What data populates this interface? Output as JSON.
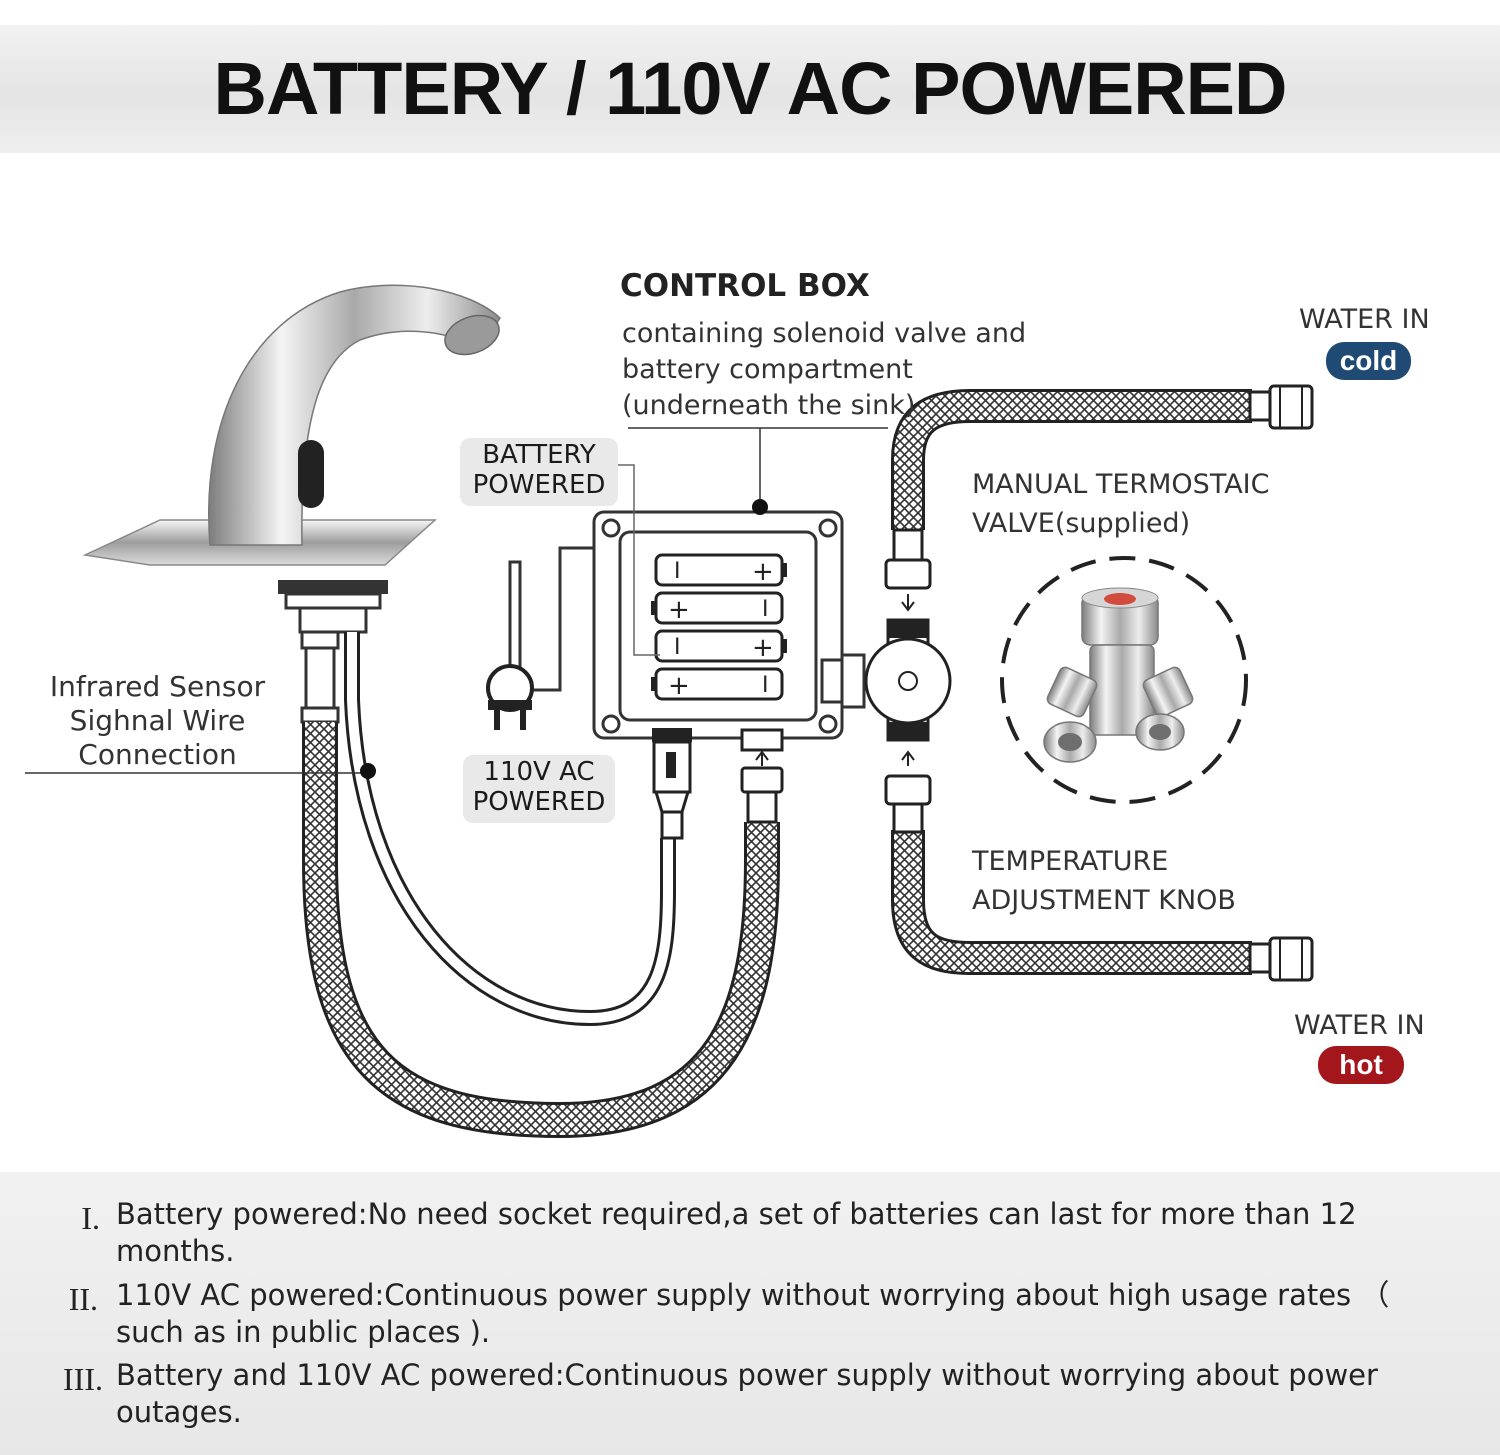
{
  "title": "BATTERY / 110V AC POWERED",
  "labels": {
    "control_box_title": "CONTROL BOX",
    "control_box_desc": [
      "containing solenoid valve and",
      "battery compartment",
      "(underneath the sink)"
    ],
    "battery_powered": [
      "BATTERY",
      "POWERED"
    ],
    "ac_powered": [
      "110V AC",
      "POWERED"
    ],
    "sensor_wire": [
      "Infrared Sensor",
      "Sighnal Wire",
      "Connection"
    ],
    "water_in_cold": "WATER IN",
    "cold_badge": "cold",
    "water_in_hot": "WATER IN",
    "hot_badge": "hot",
    "thermostatic_valve": [
      "MANUAL TERMOSTAIC",
      "VALVE(supplied)"
    ],
    "temp_knob": [
      "TEMPERATURE",
      "ADJUSTMENT KNOB"
    ]
  },
  "colors": {
    "cold": "#1e4a73",
    "hot": "#a3171c",
    "pill": "#e9e9e9"
  },
  "notes": [
    {
      "num": "I.",
      "text": "Battery powered:No need socket required,a set of batteries can last for more than 12 months."
    },
    {
      "num": "II.",
      "text": "110V AC powered:Continuous power supply without worrying about high usage rates （ such as in public places )."
    },
    {
      "num": "III.",
      "text": "Battery and 110V AC powered:Continuous power supply without worrying about power outages."
    }
  ]
}
